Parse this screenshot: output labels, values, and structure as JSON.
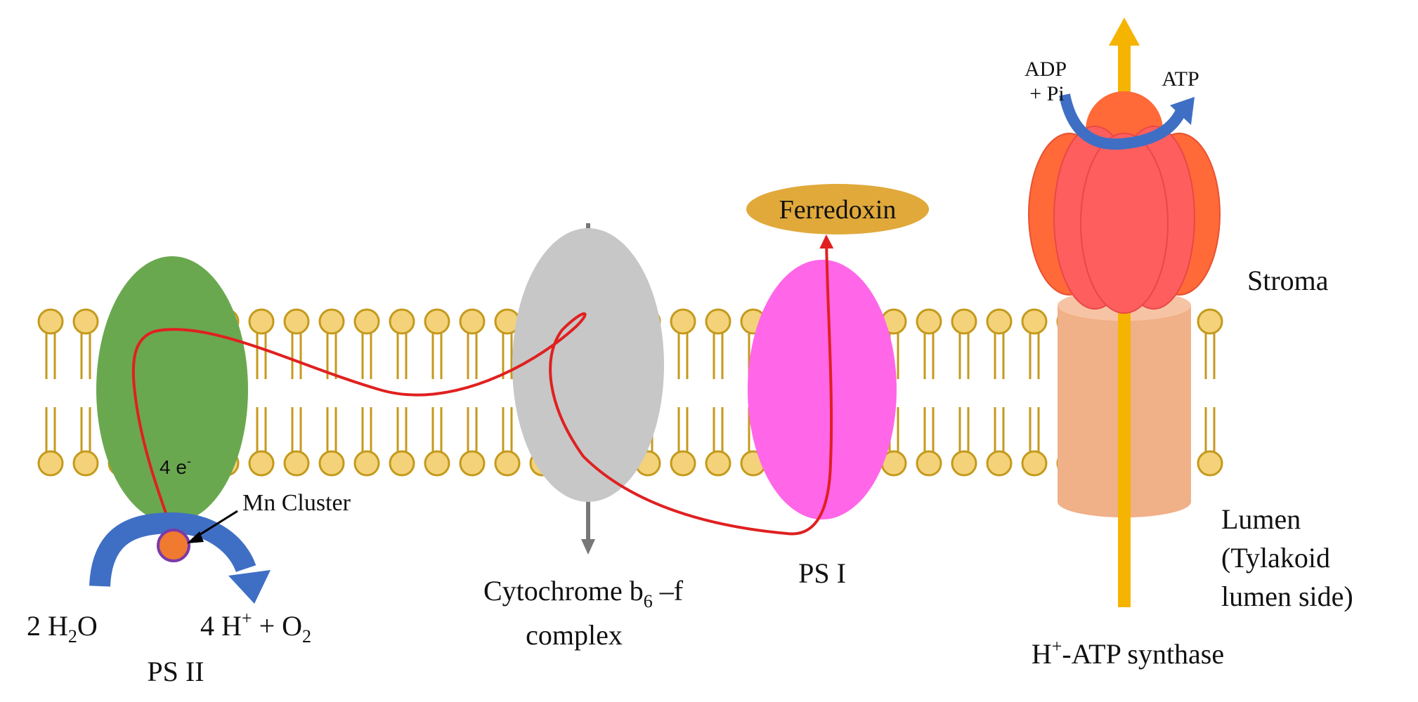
{
  "labels": {
    "ferredoxin": "Ferredoxin",
    "stroma": "Stroma",
    "lumen_line1": "Lumen",
    "lumen_line2": "(Tylakoid",
    "lumen_line3": "lumen side)",
    "adp_line1": "ADP",
    "adp_line2": "+ Pi",
    "atp": "ATP",
    "four_e_base": "4 e",
    "four_e_sup": "-",
    "mn_cluster": "Mn Cluster",
    "h2o_pre": "2 H",
    "h2o_sub": "2",
    "h2o_post": "O",
    "h_plus_pre": "4 H",
    "h_plus_sup": "+",
    "h_plus_mid": " + O",
    "h_plus_sub": "2",
    "ps2": "PS II",
    "cytochrome_pre": "Cytochrome b",
    "cytochrome_sub": "6",
    "cytochrome_post": " –f",
    "cytochrome_line2": "complex",
    "ps1": "PS I",
    "atp_synthase_pre": "H",
    "atp_synthase_sup": "+",
    "atp_synthase_post": "-ATP synthase"
  },
  "colors": {
    "membrane_head": "#f3d27a",
    "membrane_head_stroke": "#c49a1c",
    "membrane_tail": "#c49a1c",
    "ps2": "#6aa84f",
    "cytochrome": "#c7c7c7",
    "ps1": "#ff66e8",
    "ferredoxin": "#e0a93a",
    "atp_f1_dark": "#ff6a38",
    "atp_f1_light": "#ff5e5e",
    "atp_f0": "#f0b088",
    "proton_arrow": "#f5b400",
    "electron_path": "#e02020",
    "water_arrow": "#3f6fc4",
    "mn_cluster": "#f07a30",
    "mn_cluster_stroke": "#7a3aa8",
    "gray_arrow": "#777777"
  }
}
